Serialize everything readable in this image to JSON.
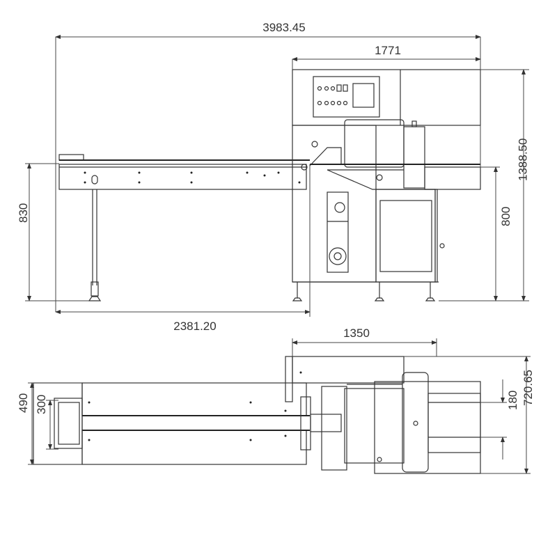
{
  "drawing": {
    "front_view": {
      "dimensions": {
        "overall_length": "3983.45",
        "main_body_length": "1771",
        "overall_height": "1388.50",
        "conveyor_height_right": "800",
        "conveyor_height_left": "830",
        "infeed_length": "2381.20"
      }
    },
    "top_view": {
      "dimensions": {
        "body_length": "1350",
        "infeed_width": "490",
        "infeed_inner_width": "300",
        "outfeed_width": "180",
        "overall_width": "720.65"
      }
    }
  }
}
